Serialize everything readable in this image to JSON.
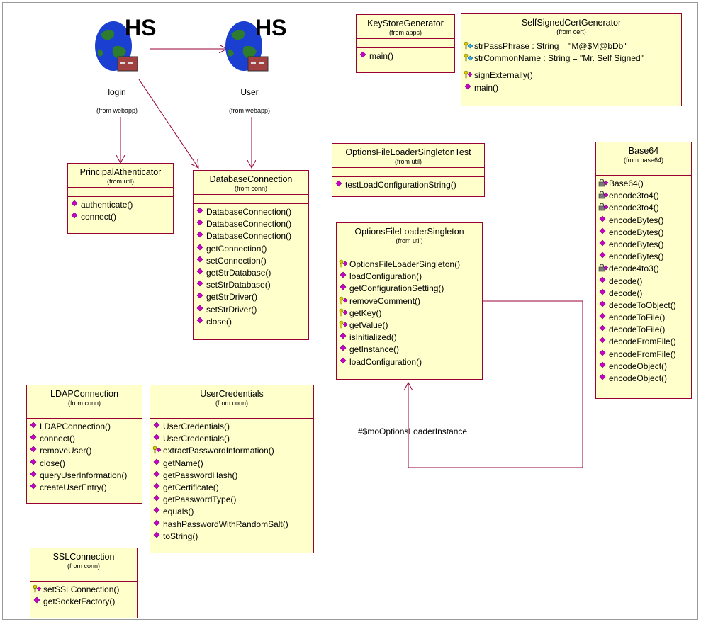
{
  "actors": [
    {
      "id": "login",
      "name": "login",
      "package": "(from webapp)",
      "badge": "HS"
    },
    {
      "id": "user",
      "name": "User",
      "package": "(from webapp)",
      "badge": "HS"
    }
  ],
  "classes": [
    {
      "id": "keystoregenerator",
      "name": "KeyStoreGenerator",
      "package": "(from apps)",
      "attributes": [],
      "operations": [
        {
          "text": "main()",
          "icon": "public-op"
        }
      ]
    },
    {
      "id": "selfsignedcertgenerator",
      "name": "SelfSignedCertGenerator",
      "package": "(from cert)",
      "attributes": [
        {
          "text": "strPassPhrase : String = \"M@$M@bDb\"",
          "icon": "private-attr"
        },
        {
          "text": "strCommonName : String = \"Mr. Self Signed\"",
          "icon": "private-attr"
        }
      ],
      "operations": [
        {
          "text": "signExternally()",
          "icon": "protected-op"
        },
        {
          "text": "main()",
          "icon": "public-op"
        }
      ]
    },
    {
      "id": "principalathenticator",
      "name": "PrincipalAthenticator",
      "package": "(from util)",
      "attributes": [],
      "operations": [
        {
          "text": "authenticate()",
          "icon": "public-op"
        },
        {
          "text": "connect()",
          "icon": "public-op"
        }
      ]
    },
    {
      "id": "databaseconnection",
      "name": "DatabaseConnection",
      "package": "(from conn)",
      "attributes": [],
      "operations": [
        {
          "text": "DatabaseConnection()",
          "icon": "public-op"
        },
        {
          "text": "DatabaseConnection()",
          "icon": "public-op"
        },
        {
          "text": "DatabaseConnection()",
          "icon": "public-op"
        },
        {
          "text": "getConnection()",
          "icon": "public-op"
        },
        {
          "text": "setConnection()",
          "icon": "public-op"
        },
        {
          "text": "getStrDatabase()",
          "icon": "public-op"
        },
        {
          "text": "setStrDatabase()",
          "icon": "public-op"
        },
        {
          "text": "getStrDriver()",
          "icon": "public-op"
        },
        {
          "text": "setStrDriver()",
          "icon": "public-op"
        },
        {
          "text": "close()",
          "icon": "public-op"
        }
      ]
    },
    {
      "id": "optionsfileloadersingletontest",
      "name": "OptionsFileLoaderSingletonTest",
      "package": "(from util)",
      "attributes": [],
      "operations": [
        {
          "text": "testLoadConfigurationString()",
          "icon": "public-op"
        }
      ]
    },
    {
      "id": "optionsfileloadersingleton",
      "name": "OptionsFileLoaderSingleton",
      "package": "(from util)",
      "attributes": [],
      "operations": [
        {
          "text": "OptionsFileLoaderSingleton()",
          "icon": "protected-op"
        },
        {
          "text": "loadConfiguration()",
          "icon": "public-op"
        },
        {
          "text": "getConfigurationSetting()",
          "icon": "public-op"
        },
        {
          "text": "removeComment()",
          "icon": "protected-op"
        },
        {
          "text": "getKey()",
          "icon": "protected-op"
        },
        {
          "text": "getValue()",
          "icon": "protected-op"
        },
        {
          "text": "isInitialized()",
          "icon": "public-op"
        },
        {
          "text": "getInstance()",
          "icon": "public-op"
        },
        {
          "text": "loadConfiguration()",
          "icon": "public-op"
        }
      ]
    },
    {
      "id": "base64",
      "name": "Base64",
      "package": "(from base64)",
      "attributes": [],
      "operations": [
        {
          "text": "Base64()",
          "icon": "private-op"
        },
        {
          "text": "encode3to4()",
          "icon": "private-op"
        },
        {
          "text": "encode3to4()",
          "icon": "private-op"
        },
        {
          "text": "encodeBytes()",
          "icon": "public-op"
        },
        {
          "text": "encodeBytes()",
          "icon": "public-op"
        },
        {
          "text": "encodeBytes()",
          "icon": "public-op"
        },
        {
          "text": "encodeBytes()",
          "icon": "public-op"
        },
        {
          "text": "decode4to3()",
          "icon": "private-op"
        },
        {
          "text": "decode()",
          "icon": "public-op"
        },
        {
          "text": "decode()",
          "icon": "public-op"
        },
        {
          "text": "decodeToObject()",
          "icon": "public-op"
        },
        {
          "text": "encodeToFile()",
          "icon": "public-op"
        },
        {
          "text": "decodeToFile()",
          "icon": "public-op"
        },
        {
          "text": "decodeFromFile()",
          "icon": "public-op"
        },
        {
          "text": "encodeFromFile()",
          "icon": "public-op"
        },
        {
          "text": "encodeObject()",
          "icon": "public-op"
        },
        {
          "text": "encodeObject()",
          "icon": "public-op"
        }
      ]
    },
    {
      "id": "ldapconnection",
      "name": "LDAPConnection",
      "package": "(from conn)",
      "attributes": [],
      "operations": [
        {
          "text": "LDAPConnection()",
          "icon": "public-op"
        },
        {
          "text": "connect()",
          "icon": "public-op"
        },
        {
          "text": "removeUser()",
          "icon": "public-op"
        },
        {
          "text": "close()",
          "icon": "public-op"
        },
        {
          "text": "queryUserInformation()",
          "icon": "public-op"
        },
        {
          "text": "createUserEntry()",
          "icon": "public-op"
        }
      ]
    },
    {
      "id": "usercredentials",
      "name": "UserCredentials",
      "package": "(from conn)",
      "attributes": [],
      "operations": [
        {
          "text": "UserCredentials()",
          "icon": "public-op"
        },
        {
          "text": "UserCredentials()",
          "icon": "public-op"
        },
        {
          "text": "extractPasswordInformation()",
          "icon": "protected-op"
        },
        {
          "text": "getName()",
          "icon": "public-op"
        },
        {
          "text": "getPasswordHash()",
          "icon": "public-op"
        },
        {
          "text": "getCertificate()",
          "icon": "public-op"
        },
        {
          "text": "getPasswordType()",
          "icon": "public-op"
        },
        {
          "text": "equals()",
          "icon": "public-op"
        },
        {
          "text": "hashPasswordWithRandomSalt()",
          "icon": "public-op"
        },
        {
          "text": "toString()",
          "icon": "public-op"
        }
      ]
    },
    {
      "id": "sslconnection",
      "name": "SSLConnection",
      "package": "(from conn)",
      "attributes": [],
      "operations": [
        {
          "text": "setSSLConnection()",
          "icon": "protected-op"
        },
        {
          "text": "getSocketFactory()",
          "icon": "public-op"
        }
      ]
    }
  ],
  "association_label": "#$moOptionsLoaderInstance",
  "colors": {
    "fill": "#ffffcc",
    "border": "#990033",
    "link": "#990033",
    "op": "#cc00cc",
    "key": "#cccc00"
  }
}
